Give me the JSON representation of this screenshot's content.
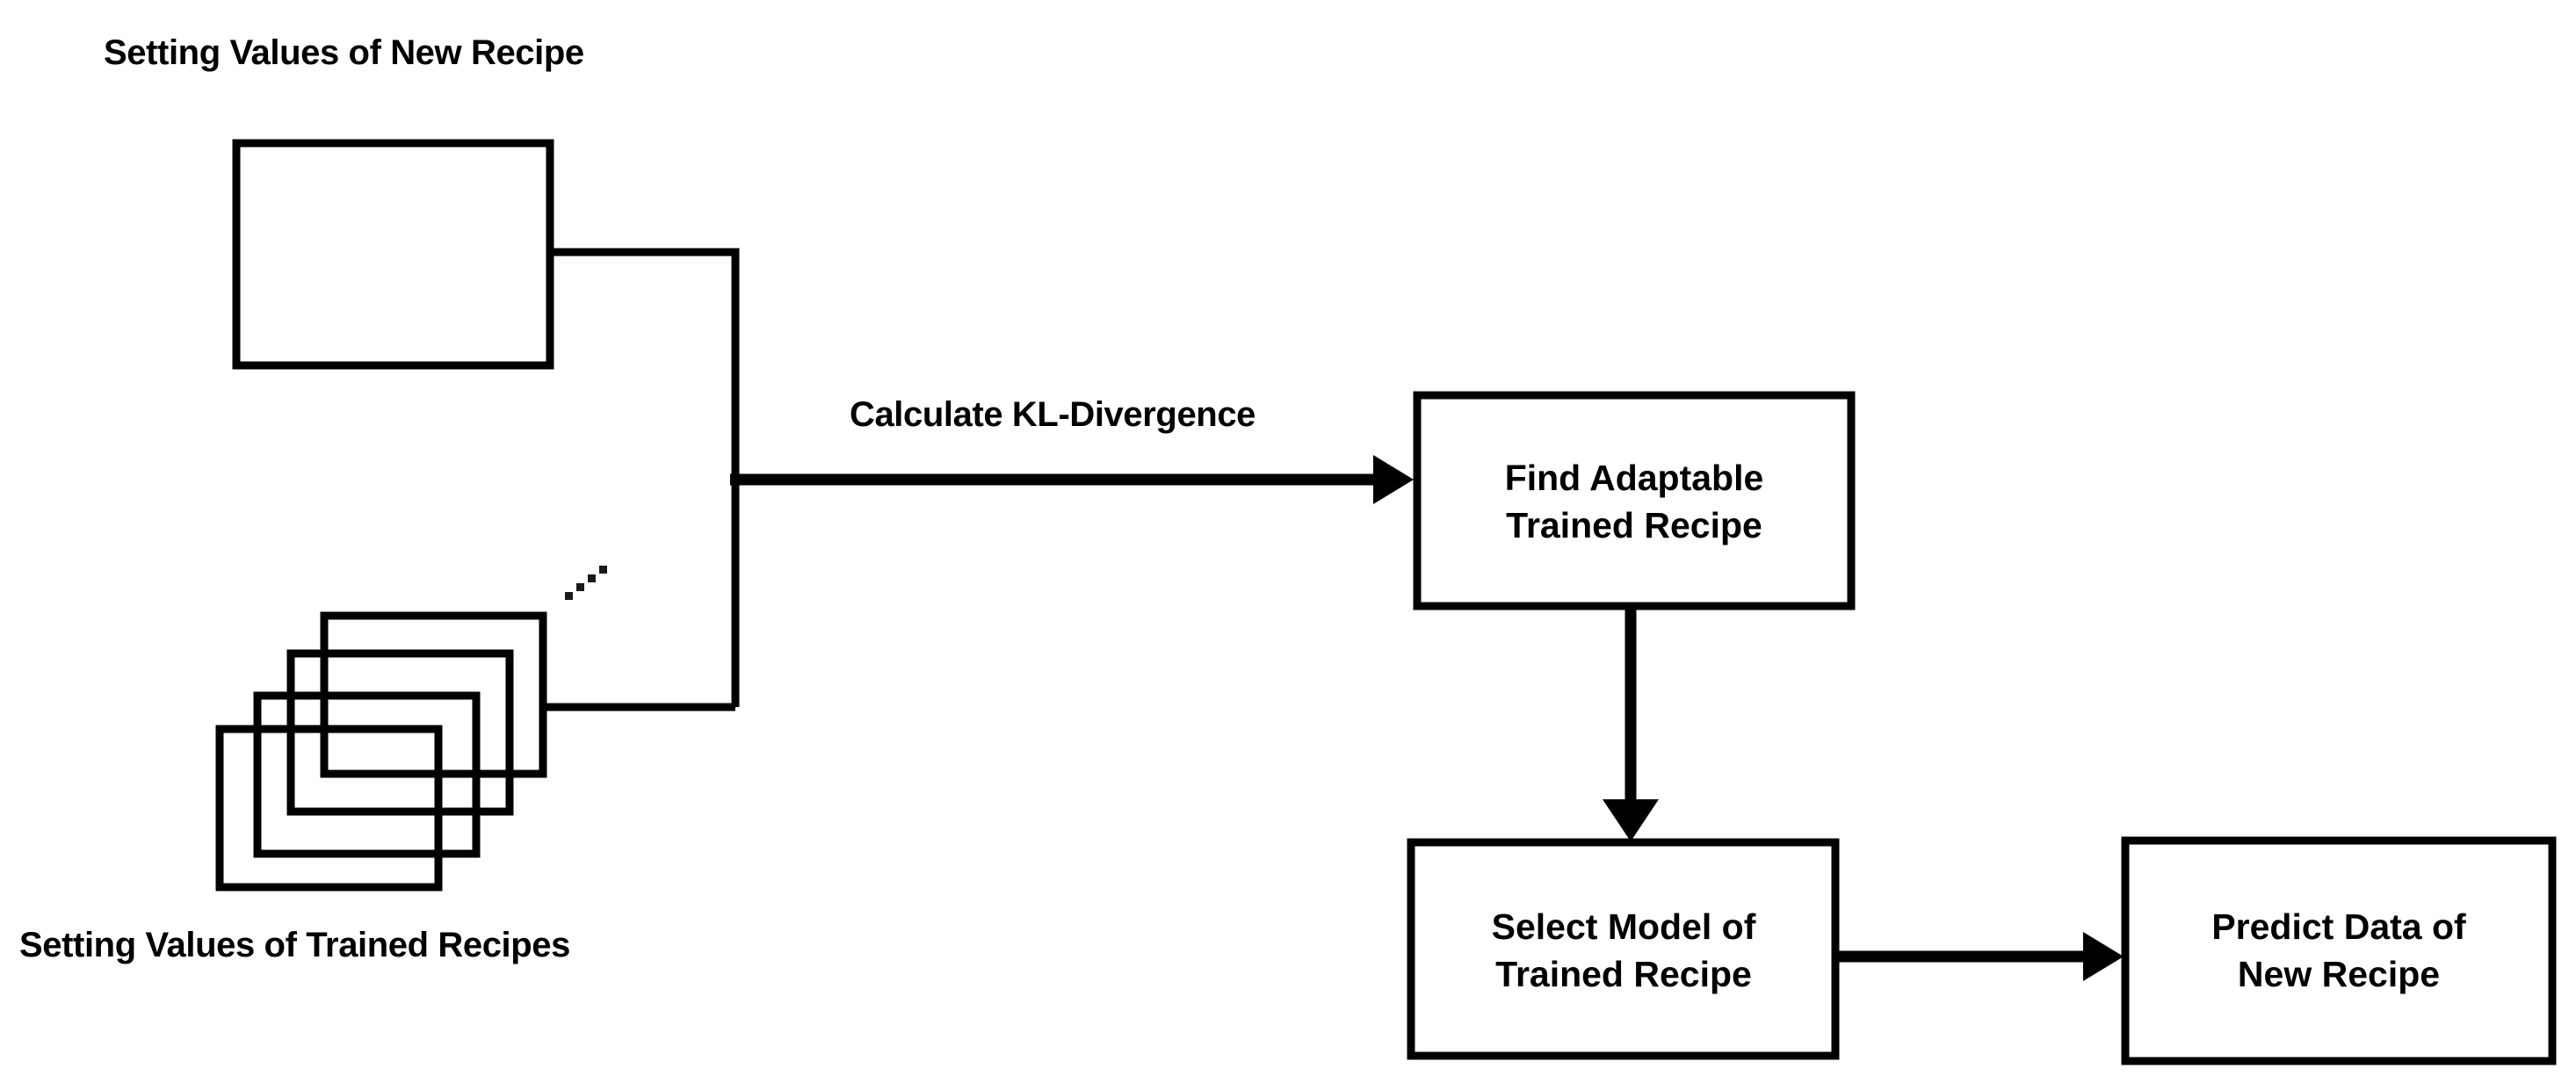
{
  "diagram": {
    "type": "flowchart",
    "background_color": "#ffffff",
    "stroke_color": "#000000",
    "captions": [
      {
        "id": "new-recipe-caption",
        "text": "Setting Values of New Recipe"
      },
      {
        "id": "trained-recipes-caption",
        "text": "Setting Values of Trained Recipes"
      }
    ],
    "nodes": [
      {
        "id": "new-recipe-box",
        "kind": "empty-rect",
        "lines": []
      },
      {
        "id": "trained-recipes-stack",
        "kind": "stacked-rect",
        "count": 4,
        "ellipsis": "...",
        "lines": []
      },
      {
        "id": "find-adaptable-trained-recipe",
        "kind": "process",
        "lines": [
          "Find Adaptable",
          "Trained Recipe"
        ]
      },
      {
        "id": "select-model-of-trained-recipe",
        "kind": "process",
        "lines": [
          "Select Model of",
          "Trained Recipe"
        ]
      },
      {
        "id": "predict-data-of-new-recipe",
        "kind": "process",
        "lines": [
          "Predict Data of",
          "New Recipe"
        ]
      }
    ],
    "edges": [
      {
        "id": "kl-divergence-edge",
        "from": "new-recipe-box + trained-recipes-stack",
        "to": "find-adaptable-trained-recipe",
        "label": "Calculate KL-Divergence"
      },
      {
        "id": "find-to-select-edge",
        "from": "find-adaptable-trained-recipe",
        "to": "select-model-of-trained-recipe",
        "label": ""
      },
      {
        "id": "select-to-predict-edge",
        "from": "select-model-of-trained-recipe",
        "to": "predict-data-of-new-recipe",
        "label": ""
      }
    ]
  }
}
